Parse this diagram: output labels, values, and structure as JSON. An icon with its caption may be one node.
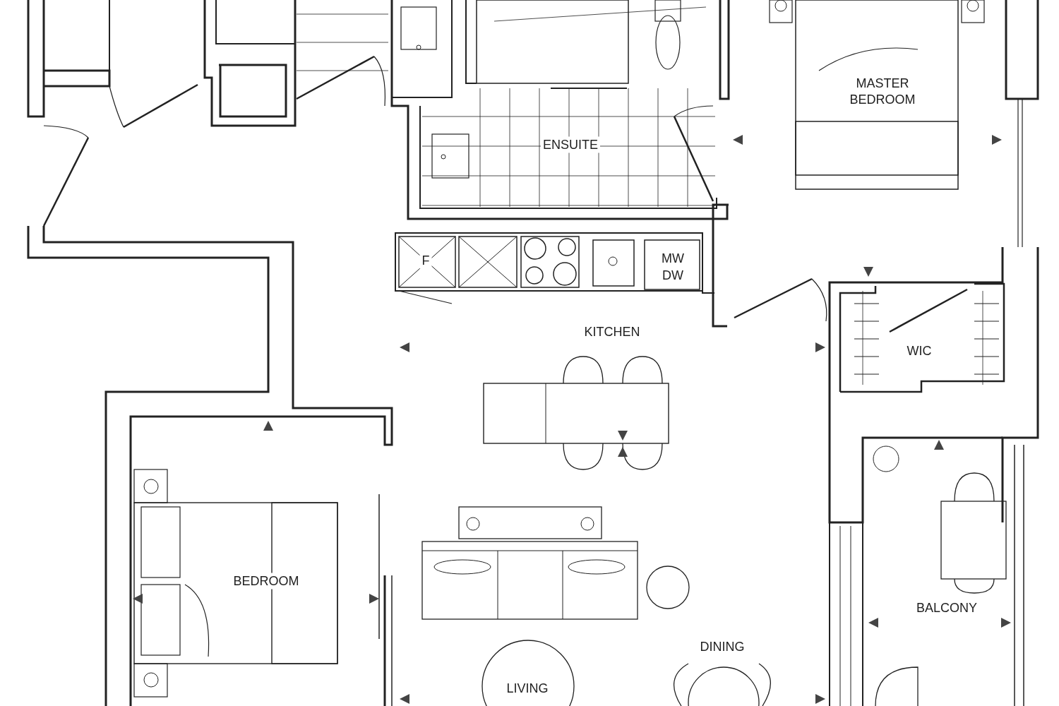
{
  "diagram": {
    "labels": [
      "MASTER BEDROOM",
      "ENSUITE",
      "F",
      "MW",
      "DW",
      "KITCHEN",
      "WIC",
      "BEDROOM",
      "BALCONY",
      "DINING",
      "LIVING"
    ]
  }
}
